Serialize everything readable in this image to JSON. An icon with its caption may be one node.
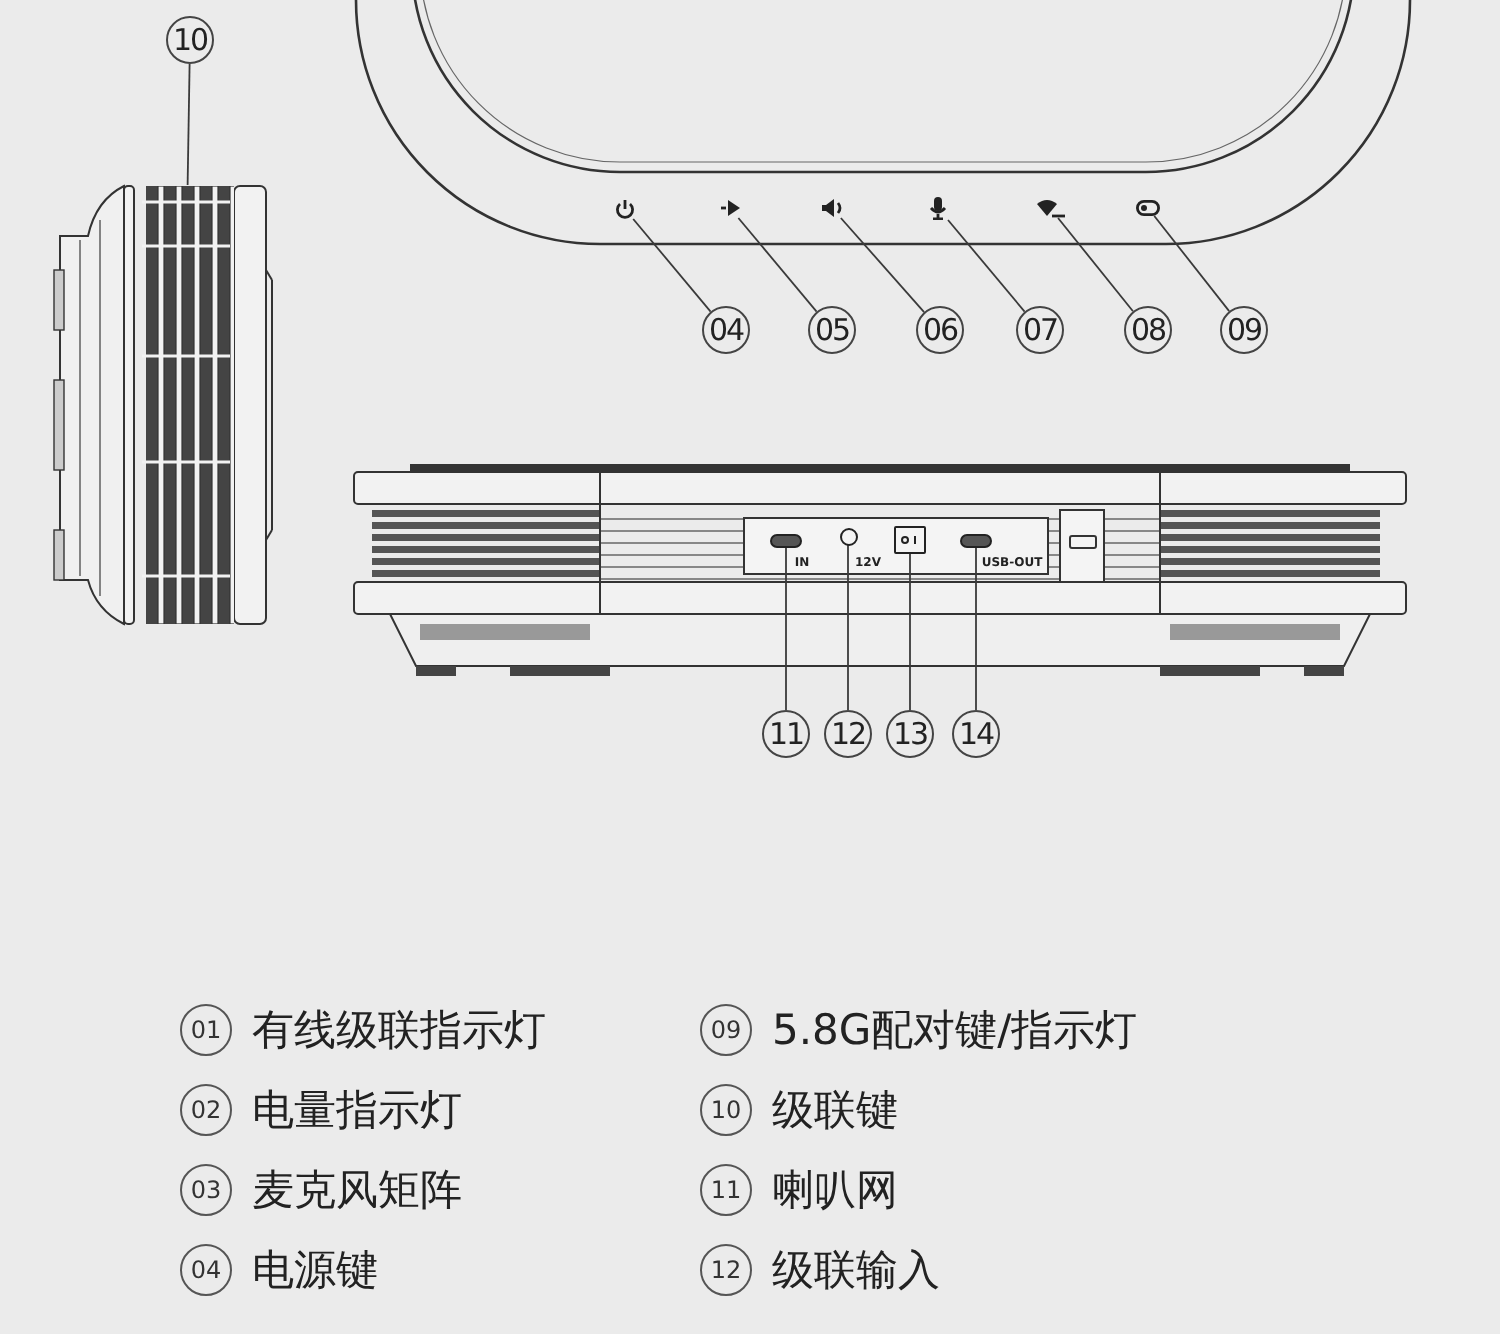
{
  "diagram": {
    "nodes": [
      {
        "text": [
          "10"
        ]
      },
      {
        "text": [],
        "shape": "picture"
      },
      {
        "text": [
          "04"
        ]
      },
      {
        "text": [
          "05"
        ]
      },
      {
        "text": [
          "06"
        ]
      },
      {
        "text": [
          "07"
        ]
      },
      {
        "text": [
          "08"
        ]
      },
      {
        "text": [
          "09"
        ]
      },
      {
        "text": [],
        "shape": "picture"
      },
      {
        "text": [],
        "shape": "picture"
      },
      {
        "text": [],
        "shape": "picture"
      },
      {
        "text": [],
        "shape": "picture"
      },
      {
        "text": [],
        "shape": "picture"
      },
      {
        "text": [],
        "shape": "picture"
      },
      {
        "text": [
          "11"
        ]
      },
      {
        "text": [
          "12"
        ]
      },
      {
        "text": [
          "13"
        ]
      },
      {
        "text": [
          "14"
        ]
      },
      {
        "text": [],
        "shape": "box"
      },
      {
        "text": [],
        "shape": "circle"
      },
      {
        "text": [],
        "shape": "box"
      },
      {
        "text": [],
        "shape": "box"
      }
    ],
    "edges": [
      {
        "from": 0,
        "to": 1,
        "arrow": "none"
      },
      {
        "from": 2,
        "to": 8,
        "arrow": "none"
      },
      {
        "from": 3,
        "to": 9,
        "arrow": "none"
      },
      {
        "from": 4,
        "to": 10,
        "arrow": "none"
      },
      {
        "from": 5,
        "to": 11,
        "arrow": "none"
      },
      {
        "from": 6,
        "to": 12,
        "arrow": "none"
      },
      {
        "from": 7,
        "to": 13,
        "arrow": "none"
      },
      {
        "from": 14,
        "to": 18,
        "arrow": "none"
      },
      {
        "from": 15,
        "to": 19,
        "arrow": "none"
      },
      {
        "from": 16,
        "to": 20,
        "arrow": "none"
      },
      {
        "from": 17,
        "to": 21,
        "arrow": "none"
      }
    ],
    "labels": [
      "IN",
      "12V",
      "USB-OUT",
      "01",
      "有线级联指示灯",
      "09",
      "5.8G配对键/指示灯",
      "02",
      "电量指示灯",
      "10",
      "级联键",
      "03",
      "麦克风矩阵",
      "11",
      "喇叭网",
      "04",
      "电源键",
      "12",
      "级联输入"
    ]
  }
}
